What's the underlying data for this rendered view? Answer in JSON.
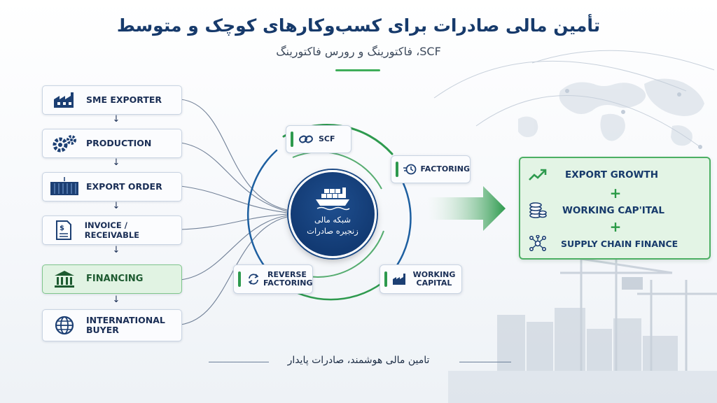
{
  "header": {
    "title": "تأمین مالی صادرات برای کسب‌وکارهای کوچک و متوسط",
    "subtitle": "SCF، فاکتورینگ و رورس فاکتورینگ"
  },
  "flow": {
    "steps": [
      {
        "label": "SME EXPORTER",
        "icon": "factory-icon",
        "active": false
      },
      {
        "label": "PRODUCTION",
        "icon": "gears-icon",
        "active": false
      },
      {
        "label": "EXPORT ORDER",
        "icon": "container-icon",
        "active": false
      },
      {
        "label": "INVOICE / RECEIVABLE",
        "icon": "invoice-icon",
        "active": false
      },
      {
        "label": "FINANCING",
        "icon": "bank-icon",
        "active": true
      },
      {
        "label": "INTERNATIONAL BUYER",
        "icon": "globe-icon",
        "active": false
      }
    ],
    "arrow_glyph": "↓"
  },
  "hub": {
    "line1": "شبکه مالی",
    "line2": "زنجیره صادرات",
    "icon": "ship-icon"
  },
  "nodes": {
    "scf": {
      "label": "SCF",
      "icon": "link-icon"
    },
    "factoring": {
      "label": "FACTORING",
      "icon": "clock-arrow-icon"
    },
    "reverse_factoring": {
      "label": "REVERSE FACTORING",
      "icon": "cycle-arrows-icon"
    },
    "working_capital": {
      "label": "WORKING CAPITAL",
      "icon": "factory-icon"
    }
  },
  "result": {
    "items": [
      {
        "label": "EXPORT GROWTH",
        "icon": "growth-chart-icon"
      },
      {
        "label": "WORKING CAP'ITAL",
        "icon": "coins-icon"
      },
      {
        "label": "SUPPLY CHAIN FINANCE",
        "icon": "network-icon"
      }
    ],
    "plus_glyph": "+"
  },
  "footer": {
    "tagline": "تامین مالی هوشمند، صادرات پایدار"
  },
  "colors": {
    "navy": "#173a6b",
    "green": "#2e9a4e",
    "panel_green": "#e3f4e5"
  }
}
